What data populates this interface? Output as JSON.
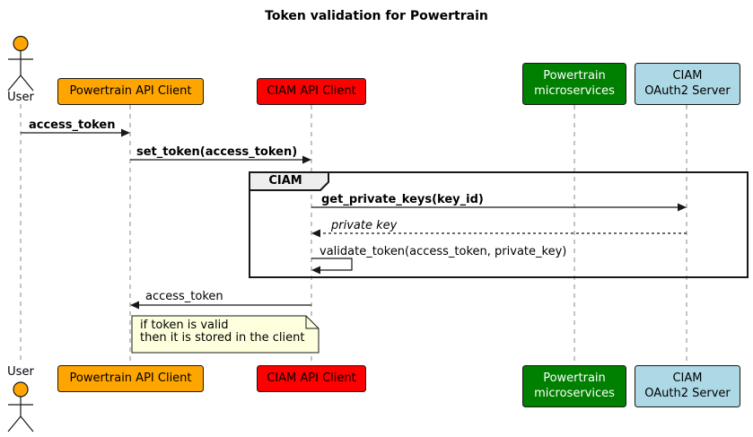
{
  "title": "Token validation for Powertrain",
  "actor": {
    "label": "User"
  },
  "participants": [
    {
      "id": "powertrain-api-client",
      "label": "Powertrain API Client",
      "color": "#FFA500",
      "text_color": "#000000"
    },
    {
      "id": "ciam-api-client",
      "label": "CIAM API Client",
      "color": "#FF0000",
      "text_color": "#000000"
    },
    {
      "id": "powertrain-microservices",
      "label": "Powertrain\nmicroservices",
      "color": "#008000",
      "text_color": "#FFFFFF"
    },
    {
      "id": "ciam-oauth2-server",
      "label": "CIAM\nOAuth2 Server",
      "color": "#ADD8E6",
      "text_color": "#000000"
    }
  ],
  "group": {
    "label": "CIAM"
  },
  "messages": [
    {
      "from": "User",
      "to": "Powertrain API Client",
      "label": "access_token",
      "style": "bold",
      "line": "solid"
    },
    {
      "from": "Powertrain API Client",
      "to": "CIAM API Client",
      "label": "set_token(access_token)",
      "style": "bold",
      "line": "solid"
    },
    {
      "from": "CIAM API Client",
      "to": "CIAM OAuth2 Server",
      "label": "get_private_keys(key_id)",
      "style": "bold",
      "line": "solid"
    },
    {
      "from": "CIAM OAuth2 Server",
      "to": "CIAM API Client",
      "label": "private key",
      "style": "italic",
      "line": "dashed"
    },
    {
      "from": "CIAM API Client",
      "to": "CIAM API Client",
      "label": "validate_token(access_token, private_key)",
      "style": "plain",
      "line": "self"
    },
    {
      "from": "CIAM API Client",
      "to": "Powertrain API Client",
      "label": "access_token",
      "style": "plain",
      "line": "solid"
    }
  ],
  "note": {
    "text": "if token is valid\nthen it is stored in the client",
    "color": "#FEFFDD"
  },
  "colors": {
    "border": "#181818",
    "lifeline": "#8A8A8A",
    "group_tab_bg": "#EEEEEE",
    "actor_head": "#FFA500"
  }
}
